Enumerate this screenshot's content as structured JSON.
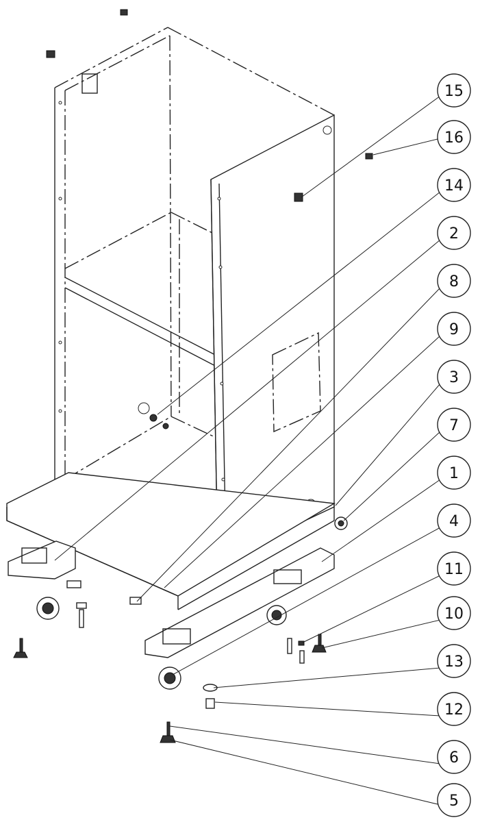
{
  "diagram": {
    "type": "exploded-assembly",
    "balloons": [
      {
        "label": "15"
      },
      {
        "label": "16"
      },
      {
        "label": "14"
      },
      {
        "label": "2"
      },
      {
        "label": "8"
      },
      {
        "label": "9"
      },
      {
        "label": "3"
      },
      {
        "label": "7"
      },
      {
        "label": "1"
      },
      {
        "label": "4"
      },
      {
        "label": "11"
      },
      {
        "label": "10"
      },
      {
        "label": "13"
      },
      {
        "label": "12"
      },
      {
        "label": "6"
      },
      {
        "label": "5"
      }
    ]
  }
}
